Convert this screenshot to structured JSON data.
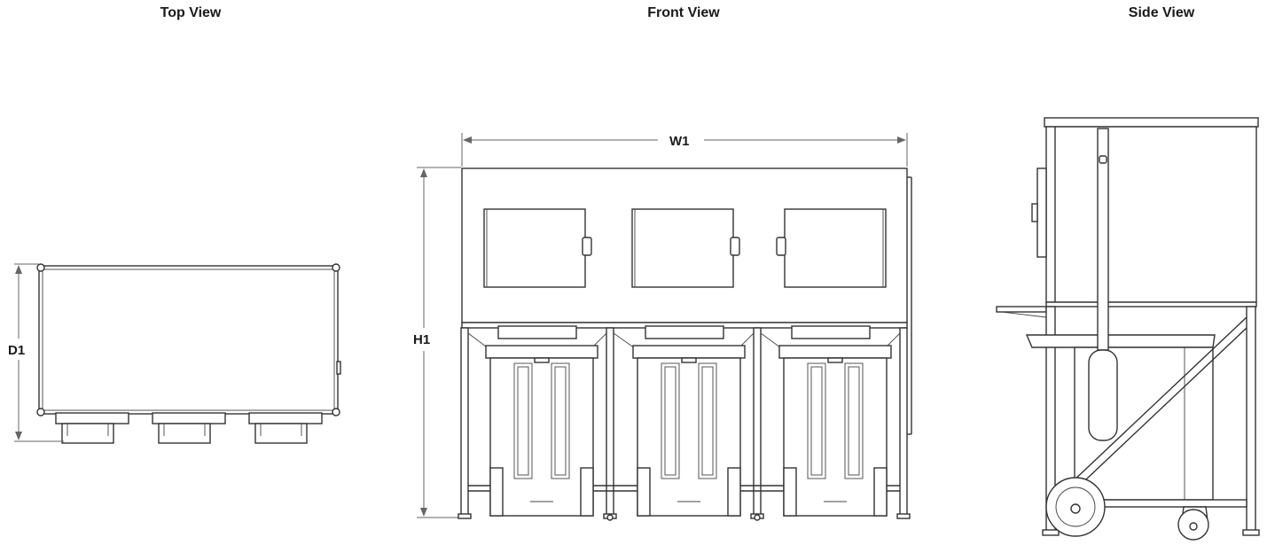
{
  "views": {
    "top": {
      "title": "Top View",
      "dimension": "D1"
    },
    "front": {
      "title": "Front View",
      "width_dimension": "W1",
      "height_dimension": "H1"
    },
    "side": {
      "title": "Side View"
    }
  },
  "colors": {
    "line": "#333333",
    "dimension": "#666666",
    "background": "#ffffff"
  },
  "front_bin_count": 3,
  "top_drawer_count": 3
}
